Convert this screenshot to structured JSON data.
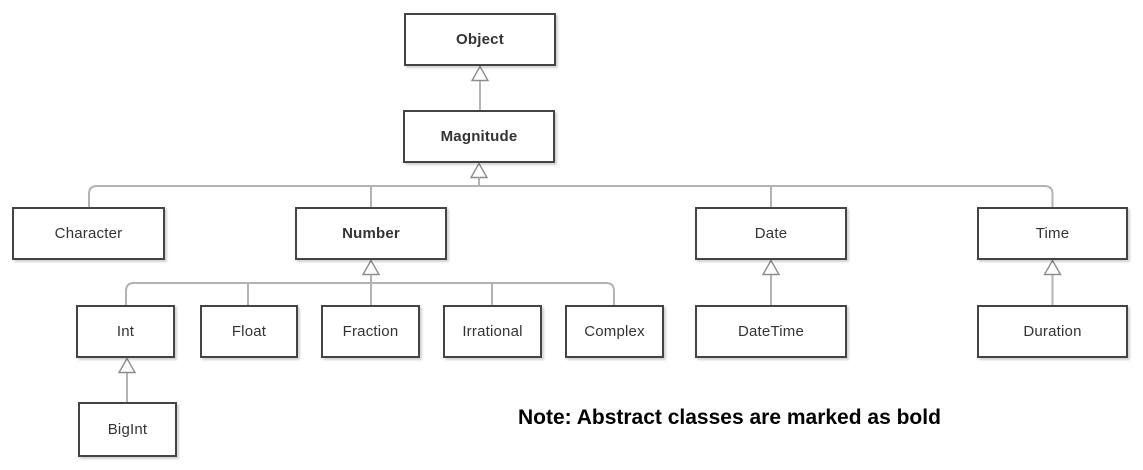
{
  "diagram": {
    "nodes": {
      "object": {
        "label": "Object",
        "abstract": true
      },
      "magnitude": {
        "label": "Magnitude",
        "abstract": true
      },
      "character": {
        "label": "Character",
        "abstract": false
      },
      "number": {
        "label": "Number",
        "abstract": true
      },
      "date": {
        "label": "Date",
        "abstract": false
      },
      "time": {
        "label": "Time",
        "abstract": false
      },
      "int": {
        "label": "Int",
        "abstract": false
      },
      "float": {
        "label": "Float",
        "abstract": false
      },
      "fraction": {
        "label": "Fraction",
        "abstract": false
      },
      "irrational": {
        "label": "Irrational",
        "abstract": false
      },
      "complex": {
        "label": "Complex",
        "abstract": false
      },
      "datetime": {
        "label": "DateTime",
        "abstract": false
      },
      "duration": {
        "label": "Duration",
        "abstract": false
      },
      "bigint": {
        "label": "BigInt",
        "abstract": false
      }
    },
    "edges": [
      {
        "child": "Magnitude",
        "parent": "Object",
        "relation": "generalization"
      },
      {
        "child": "Character",
        "parent": "Magnitude",
        "relation": "generalization"
      },
      {
        "child": "Number",
        "parent": "Magnitude",
        "relation": "generalization"
      },
      {
        "child": "Date",
        "parent": "Magnitude",
        "relation": "generalization"
      },
      {
        "child": "Time",
        "parent": "Magnitude",
        "relation": "generalization"
      },
      {
        "child": "Int",
        "parent": "Number",
        "relation": "generalization"
      },
      {
        "child": "Float",
        "parent": "Number",
        "relation": "generalization"
      },
      {
        "child": "Fraction",
        "parent": "Number",
        "relation": "generalization"
      },
      {
        "child": "Irrational",
        "parent": "Number",
        "relation": "generalization"
      },
      {
        "child": "Complex",
        "parent": "Number",
        "relation": "generalization"
      },
      {
        "child": "DateTime",
        "parent": "Date",
        "relation": "generalization"
      },
      {
        "child": "Duration",
        "parent": "Time",
        "relation": "generalization"
      },
      {
        "child": "BigInt",
        "parent": "Int",
        "relation": "generalization"
      }
    ],
    "note": "Note: Abstract classes are marked as bold",
    "colors": {
      "box_border": "#444444",
      "box_fill": "#ffffff",
      "connector": "#b3b3b3",
      "arrowhead_stroke": "#8c8c8c",
      "label_text": "#333333",
      "note_text": "#000000",
      "background": "#ffffff"
    }
  }
}
